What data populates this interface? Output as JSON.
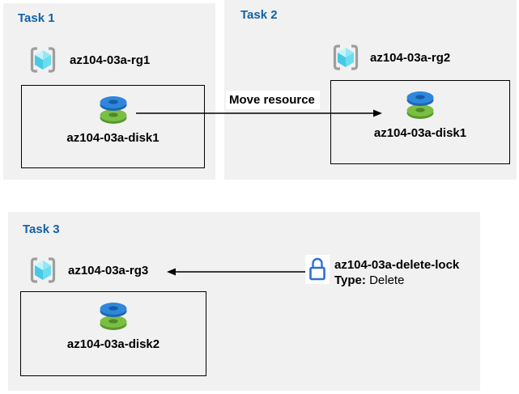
{
  "colors": {
    "panel_bg": "#F1F1F1",
    "heading_blue": "#1361A6",
    "label_black": "#000000",
    "disk_blue": "#2F87DC",
    "disk_green": "#7CBE45",
    "cube_cyan_light": "#C6F3FB",
    "cube_cyan_dark": "#45CAE5",
    "bracket_gray": "#9E9E9E",
    "lock_blue": "#2E6FD4",
    "arrow_black": "#000000"
  },
  "tasks": [
    {
      "title": "Task 1",
      "resource_group": "az104-03a-rg1",
      "resource": "az104-03a-disk1"
    },
    {
      "title": "Task 2",
      "resource_group": "az104-03a-rg2",
      "resource": "az104-03a-disk1"
    },
    {
      "title": "Task 3",
      "resource_group": "az104-03a-rg3",
      "resource": "az104-03a-disk2"
    }
  ],
  "move_arrow": {
    "label": "Move resource"
  },
  "delete_lock": {
    "name": "az104-03a-delete-lock",
    "type_label": "Type:",
    "type_value": "Delete"
  },
  "icons": {
    "resource_group": "resource-group-icon",
    "disk": "disk-icon",
    "lock": "lock-icon"
  }
}
